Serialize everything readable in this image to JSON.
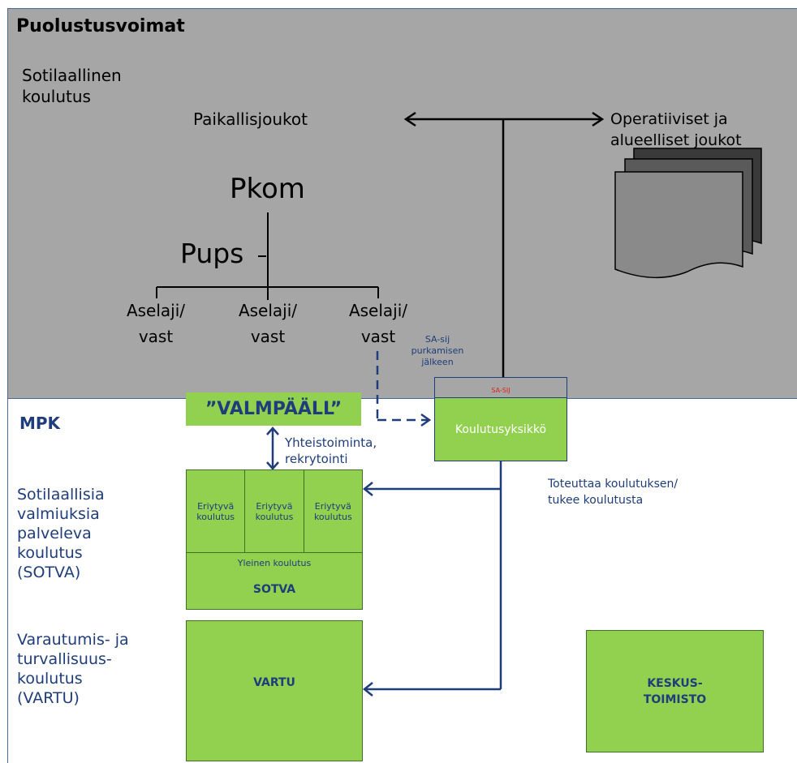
{
  "top_section": {
    "title": "Puolustusvoimat",
    "sotilaallinen": [
      "Sotilaallinen",
      "koulutus"
    ],
    "paikallisjoukot": "Paikallisjoukot",
    "operatiiviset": [
      "Operatiiviset ja",
      "alueelliset joukot"
    ],
    "pkom": "Pkom",
    "pups": "Pups",
    "aselaji": [
      {
        "line1": "Aselaji/",
        "line2": "vast"
      },
      {
        "line1": "Aselaji/",
        "line2": "vast"
      },
      {
        "line1": "Aselaji/",
        "line2": "vast"
      }
    ],
    "sa_sij_note": [
      "SA-sij",
      "purkamisen",
      "jälkeen"
    ],
    "sa_sij_label": "SA-SIJ"
  },
  "bottom_section": {
    "mpk": "MPK",
    "valmpaall": "”VALMPÄÄLL”",
    "yhteistoiminta": [
      "Yhteistoiminta,",
      "rekrytointi"
    ],
    "koulutusyksikko": "Koulutusyksikkö",
    "toteuttaa": [
      "Toteuttaa koulutuksen/",
      "tukee koulutusta"
    ],
    "sotva_desc": [
      "Sotilaallisia",
      "valmiuksia",
      "palveleva",
      "koulutus",
      "(SOTVA)"
    ],
    "sotva_cells": [
      {
        "line1": "Eriytyvä",
        "line2": "koulutus"
      },
      {
        "line1": "Eriytyvä",
        "line2": "koulutus"
      },
      {
        "line1": "Eriytyvä",
        "line2": "koulutus"
      }
    ],
    "yleinen": "Yleinen koulutus",
    "sotva": "SOTVA",
    "vartu_desc": [
      "Varautumis- ja",
      "turvallisuus-",
      "koulutus",
      "(VARTU)"
    ],
    "vartu": "VARTU",
    "keskus": [
      "KESKUS-",
      "TOIMISTO"
    ]
  },
  "colors": {
    "panel_gray": "#a6a6a6",
    "box_green": "#92d050",
    "navy": "#1f3d7a",
    "sa_red": "#e0201b"
  }
}
